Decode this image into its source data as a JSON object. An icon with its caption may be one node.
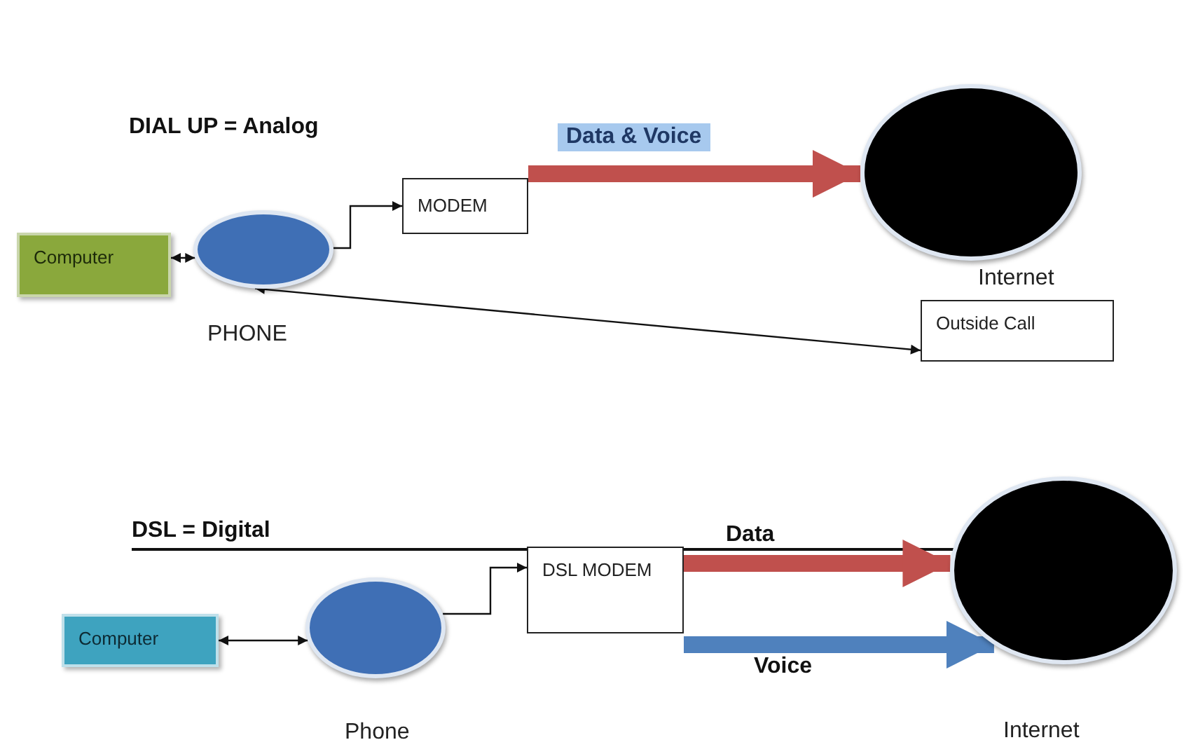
{
  "diagram": {
    "nodes": [
      {
        "text": [
          "Computer"
        ]
      },
      {
        "text": [],
        "shape": "circle",
        "beside": [
          "PHONE"
        ]
      },
      {
        "text": [
          "MODEM"
        ]
      },
      {
        "text": [],
        "shape": "circle",
        "beside": [
          "Internet"
        ]
      },
      {
        "text": [
          "Outside Call"
        ]
      },
      {
        "text": [
          "Computer"
        ]
      },
      {
        "text": [],
        "shape": "circle",
        "beside": [
          "Phone"
        ]
      },
      {
        "text": [
          "DSL MODEM"
        ]
      },
      {
        "text": [],
        "shape": "circle",
        "beside": [
          "Internet"
        ]
      }
    ],
    "edges": [
      {
        "from": 0,
        "to": 1,
        "arrow": "both"
      },
      {
        "from": 1,
        "to": 2,
        "arrow": "to"
      },
      {
        "from": 2,
        "to": 3,
        "arrow": "to",
        "label": "Data & Voice",
        "style": "thick",
        "color": "#c0504d"
      },
      {
        "from": 1,
        "to": 4,
        "arrow": "both"
      },
      {
        "from": 5,
        "to": 6,
        "arrow": "both"
      },
      {
        "from": 6,
        "to": 7,
        "arrow": "to"
      },
      {
        "from": 7,
        "to": 8,
        "arrow": "to",
        "label": "Data",
        "style": "thick",
        "color": "#c0504d"
      },
      {
        "from": 7,
        "to": 8,
        "arrow": "to",
        "label": "Voice",
        "style": "thick",
        "color": "#4f81bd"
      }
    ],
    "labels": [
      "DIAL UP = Analog",
      "DSL = Digital"
    ]
  }
}
